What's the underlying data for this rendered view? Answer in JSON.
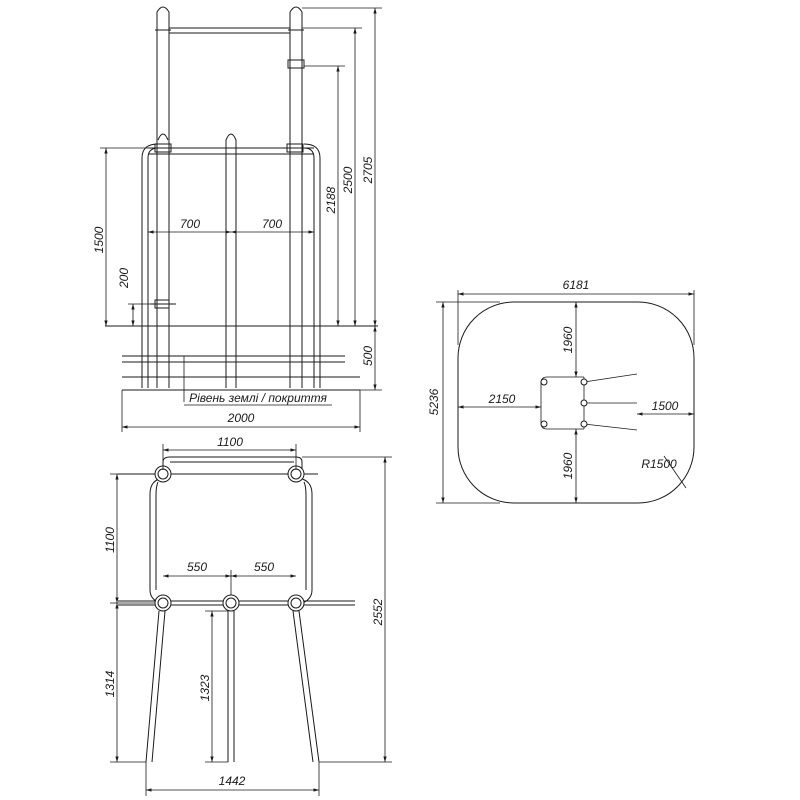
{
  "front_view": {
    "dims": {
      "height_total": "2705",
      "height_top_bar": "2500",
      "height_mid_bar": "2188",
      "height_side": "1500",
      "height_step": "200",
      "depth_ground": "500",
      "span_left": "700",
      "span_right": "700",
      "width_total": "2000"
    },
    "ground_label": "Рівень землі / покриття"
  },
  "top_view": {
    "dims": {
      "width_top": "1100",
      "depth_front": "1100",
      "span_left": "550",
      "span_right": "550",
      "leg_left": "1314",
      "leg_mid": "1323",
      "depth_total": "2552",
      "width_bottom": "1442"
    }
  },
  "safety_zone": {
    "dims": {
      "width": "6181",
      "height": "5236",
      "top_offset": "1960",
      "bottom_offset": "1960",
      "left_offset": "2150",
      "right_offset": "1500",
      "corner_radius": "R1500"
    }
  }
}
